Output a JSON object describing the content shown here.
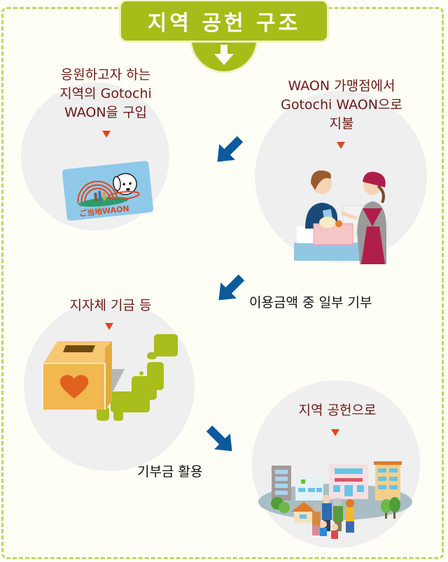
{
  "header": {
    "title": "지역 공헌 구조",
    "icon": "down-arrow-icon"
  },
  "steps": [
    {
      "text_lines": [
        "응원하고자 하는",
        "지역의 Gotochi",
        "WAON을 구입"
      ],
      "illustration": "gotochi-waon-card"
    },
    {
      "text_lines": [
        "WAON 가맹점에서",
        "Gotochi WAON으로",
        "지불"
      ],
      "illustration": "checkout-counter"
    },
    {
      "text_lines": [
        "지자체 기금 등"
      ],
      "illustration": "donation-box-japan-map"
    },
    {
      "text_lines": [
        "지역 공헌으로"
      ],
      "illustration": "town-community"
    }
  ],
  "flow_labels": {
    "donation": "이용금액 중 일부 기부",
    "utilization": "기부금 활용"
  },
  "card": {
    "label": "ご当地WAON"
  },
  "colors": {
    "accent_green": "#a7bc18",
    "frame_dash": "#b9d965",
    "arrow_blue": "#0a5a9c",
    "text_maroon": "#6b1a16",
    "marker_orange": "#e0461c",
    "circle_gray": "#efeff0",
    "background": "#fffef6"
  }
}
